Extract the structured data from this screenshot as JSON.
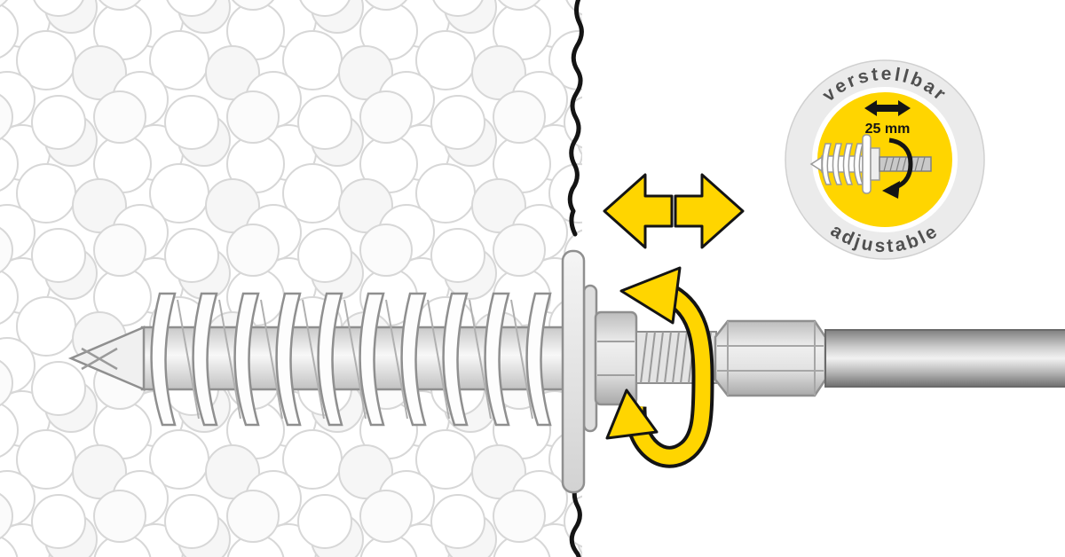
{
  "badge": {
    "top_label": "verstellbar",
    "measurement": "25 mm",
    "bottom_label": "adjustable"
  },
  "colors": {
    "accent_yellow": "#FFD500",
    "outline_black": "#141414",
    "ring_gray": "#EBEBEB",
    "label_gray": "#4F4F4F"
  },
  "icons": {
    "horizontal_double_arrow": "double-arrow-horizontal-icon",
    "rotation_arrow": "rotation-arrow-icon",
    "badge_distance_arrow": "double-arrow-25mm-icon",
    "badge_rotation_arrow": "rotation-arrow-small-icon"
  }
}
